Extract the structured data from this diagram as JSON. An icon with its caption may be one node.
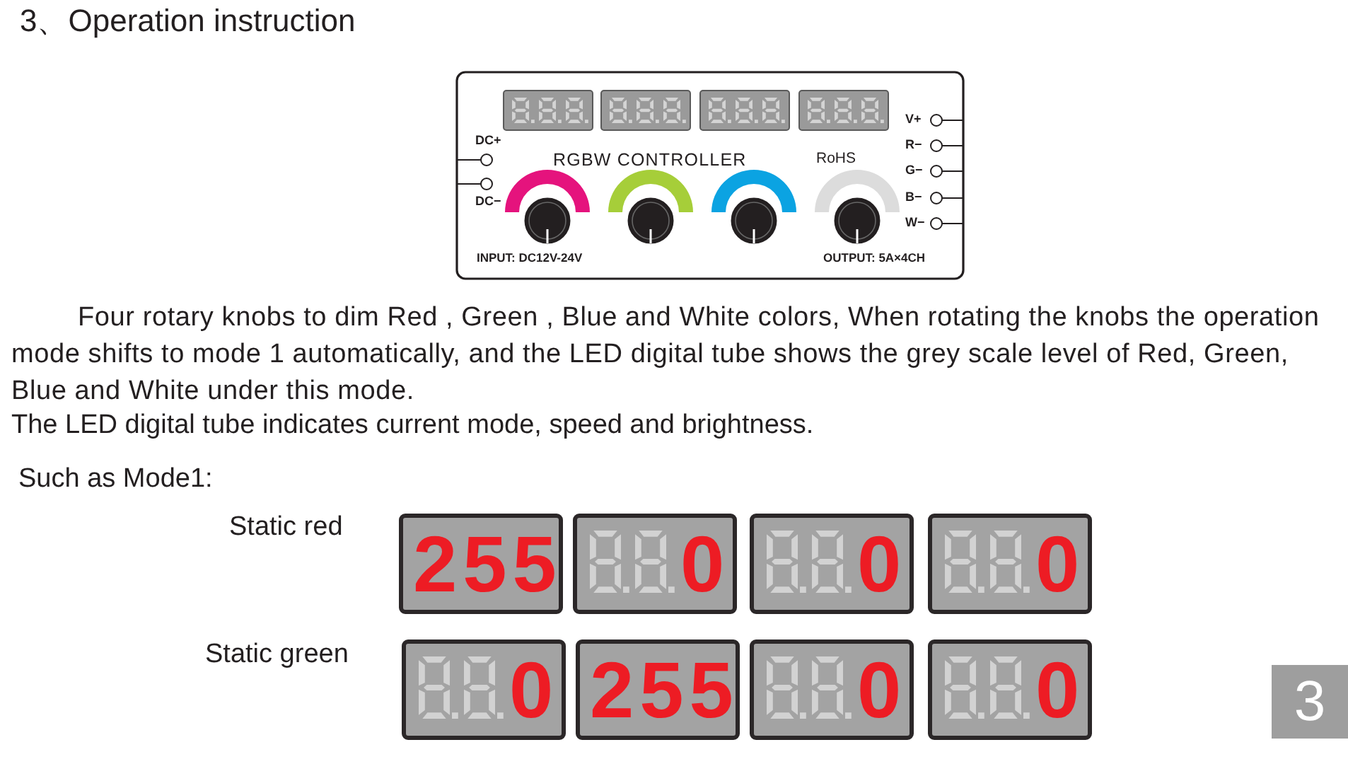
{
  "diagram": {
    "title": "3、Operation instruction",
    "labels": [
      "DC+",
      "DC−",
      "V+",
      "R−",
      "RGBW CONTROLLER",
      "RoHS",
      "G−",
      "B−",
      "W−",
      "INPUT: DC12V-24V",
      "OUTPUT: 5A×4CH",
      "Four rotary knobs to dim Red , Green , Blue and White colors, When rotating  the knobs the operation mode shifts to mode 1 automatically, and the LED digital tube shows the grey scale level of Red, Green, Blue and White under this mode.",
      "The LED digital tube indicates current mode, speed and brightness.",
      "Such as Mode1:",
      "Static red",
      "255",
      "0",
      "0",
      "0",
      "Static green",
      "0",
      "255",
      "0",
      "0",
      "3"
    ]
  }
}
